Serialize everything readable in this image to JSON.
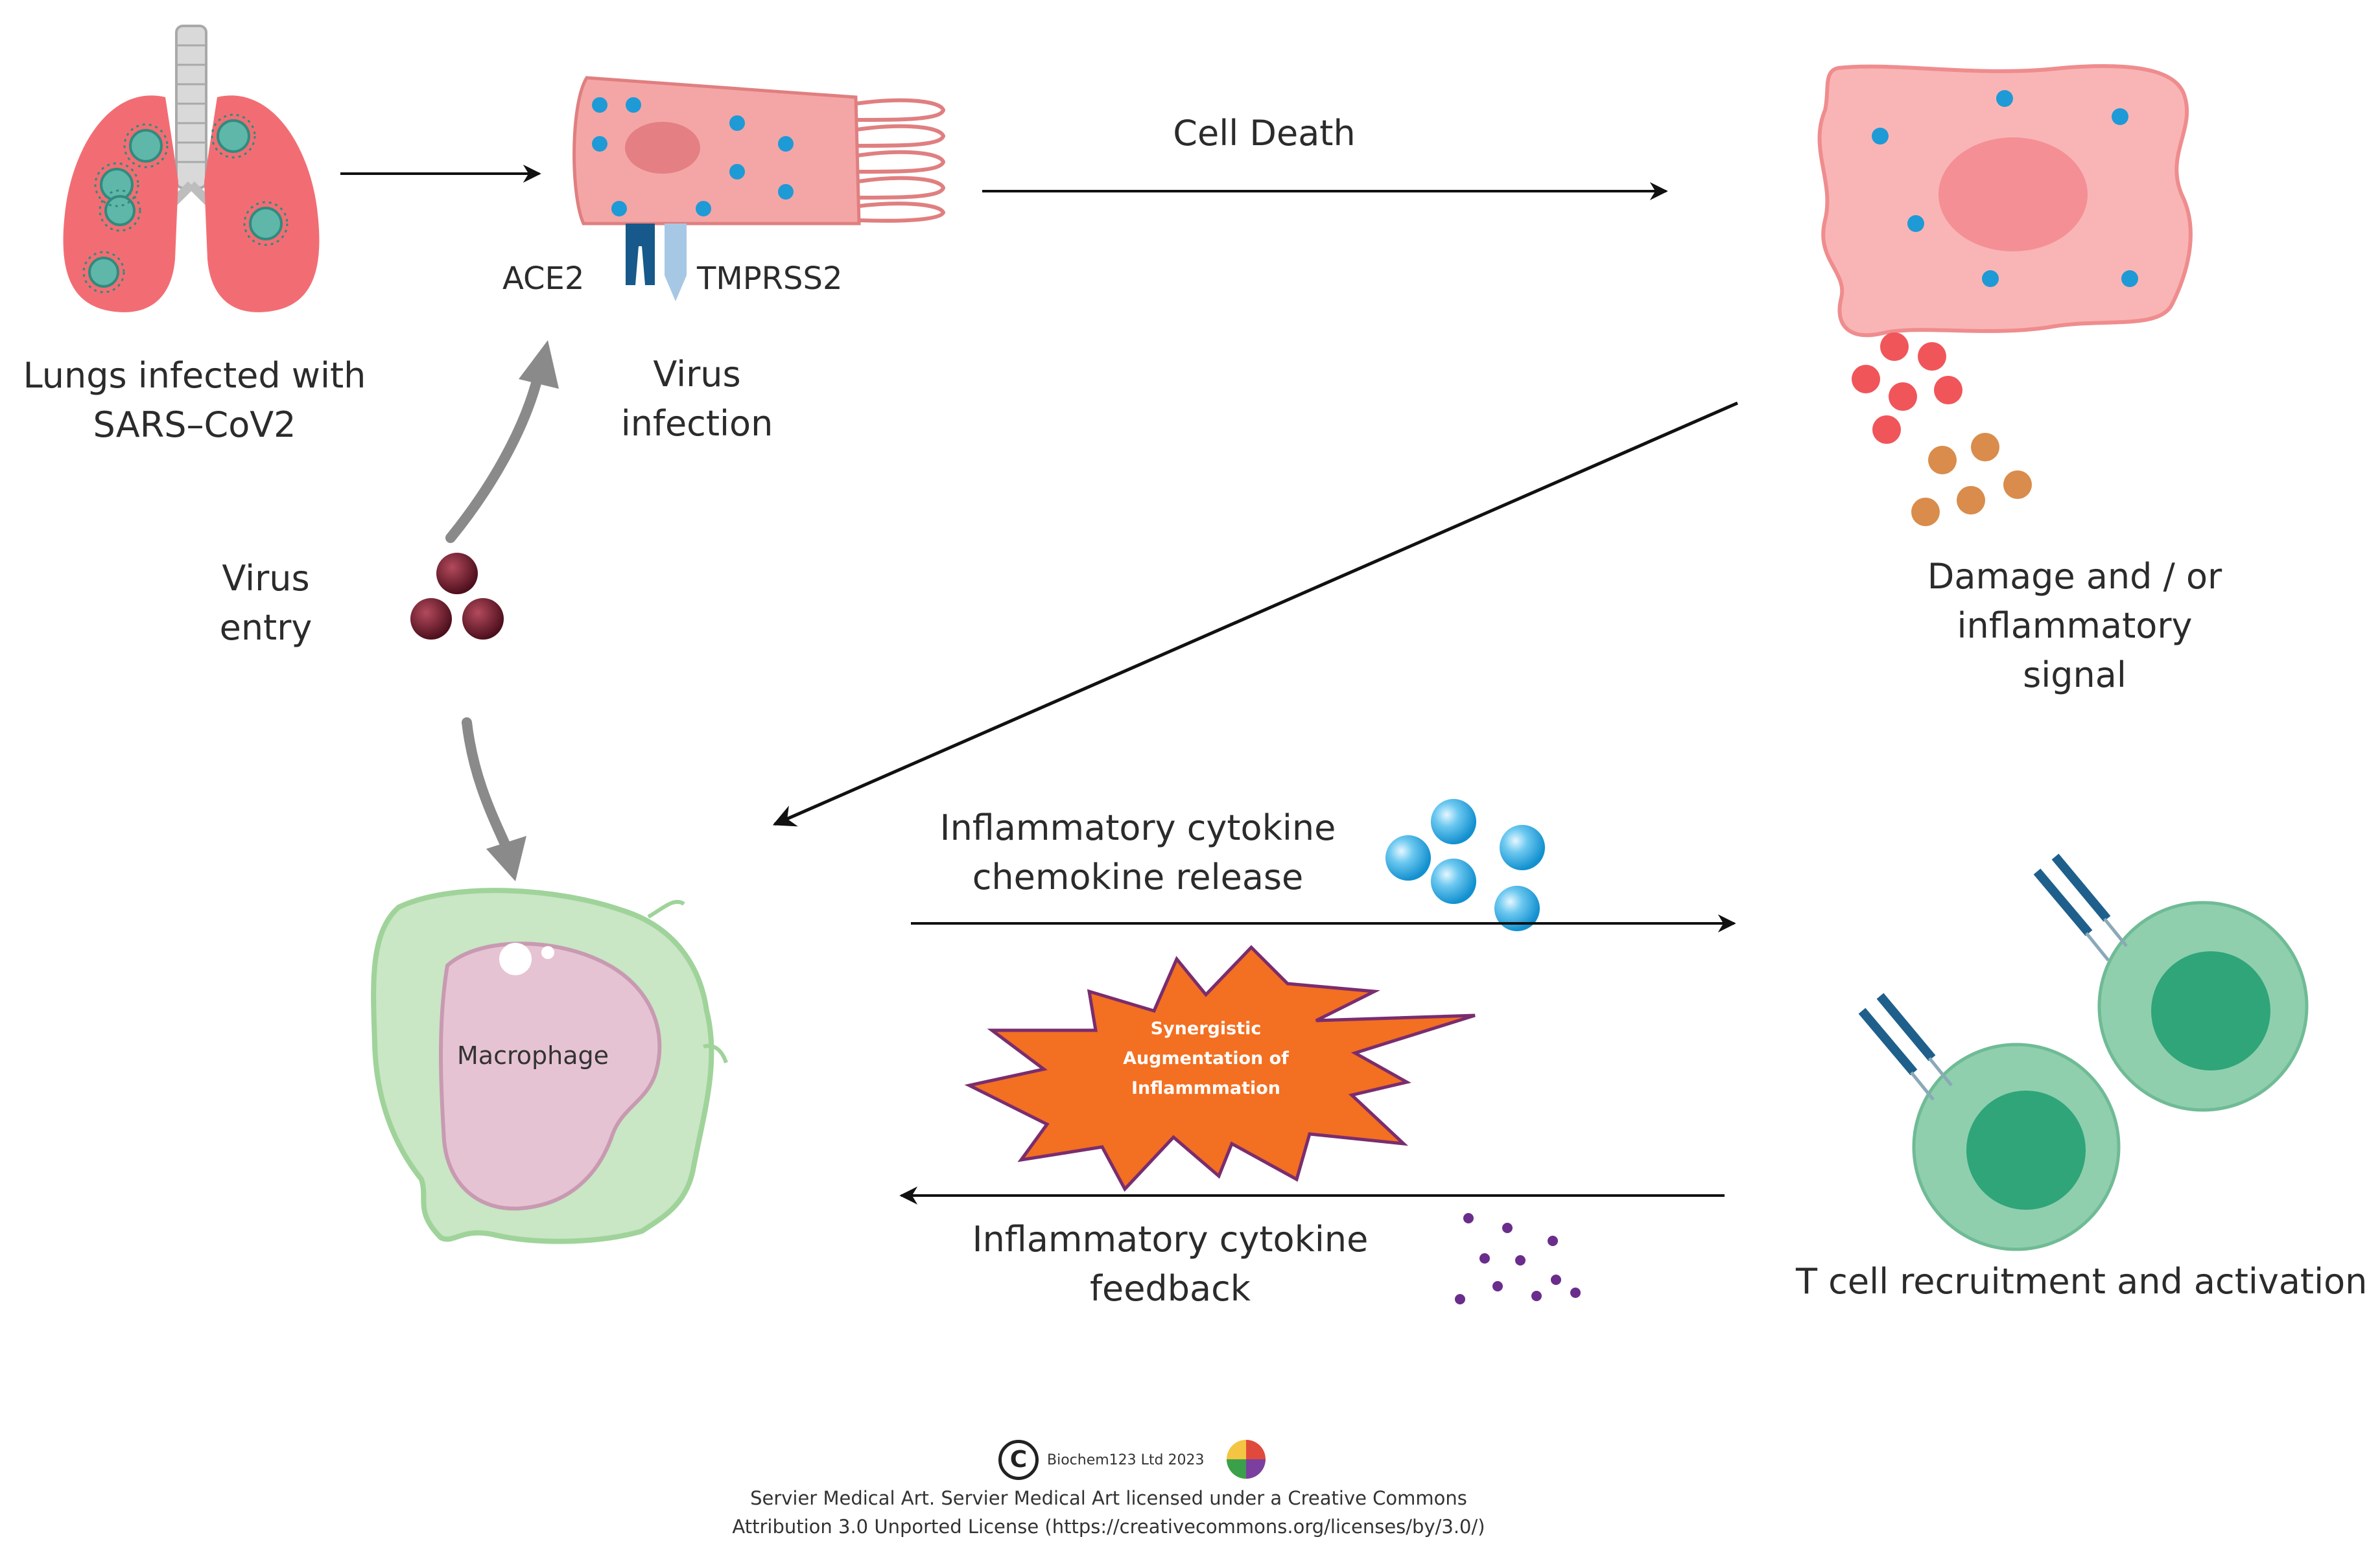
{
  "labels": {
    "lungs_line1": "Lungs infected with",
    "lungs_line2": "SARS–CoV2",
    "ace2": "ACE2",
    "tmprss2": "TMPRSS2",
    "virus_infection_line1": "Virus",
    "virus_infection_line2": "infection",
    "cell_death": "Cell Death",
    "damage_line1": "Damage and / or",
    "damage_line2": "inflammatory",
    "damage_line3": "signal",
    "virus_entry_line1": "Virus",
    "virus_entry_line2": "entry",
    "release_line1": "Inflammatory cytokine",
    "release_line2": "chemokine release",
    "synergy_line1": "Synergistic",
    "synergy_line2": "Augmentation of",
    "synergy_line3": "Inflammmation",
    "macrophage": "Macrophage",
    "feedback_line1": "Inflammatory cytokine",
    "feedback_line2": "feedback",
    "t_cell": "T cell recruitment  and activation"
  },
  "footer": {
    "copyright_symbol": "C",
    "copyright_holder": "Biochem123 Ltd 2023",
    "license_line1": "Servier Medical Art. Servier Medical Art licensed under a Creative Commons",
    "license_line2": "Attribution 3.0 Unported License (https://creativecommons.org/licenses/by/3.0/)"
  },
  "colors": {
    "lung": "#f26d73",
    "virus": "#5fb7a9",
    "epithelial": "#f4a6a6",
    "virion_dot": "#1e9ad6",
    "damaged_cell": "#f9b5b5",
    "signal_red": "#f0555a",
    "signal_orange": "#d98c4b",
    "virus_particle": "#6b1a2a",
    "cytokine_blue": "#29a9e0",
    "burst": "#f36f21",
    "macrophage_outer": "#c9e6c5",
    "macrophage_nucleus": "#e6c3d2",
    "tcell": "#8fcfae",
    "tcell_nucleus": "#2fa579",
    "receptor": "#1f5f8b",
    "feedback_dot": "#6a2d8c"
  }
}
